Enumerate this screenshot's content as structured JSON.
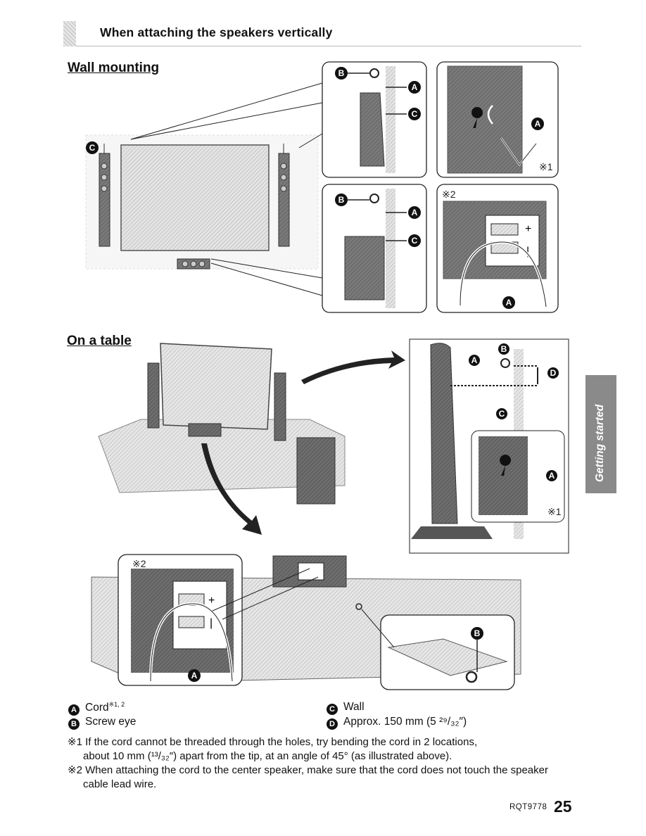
{
  "header": {
    "title": "When attaching the speakers vertically"
  },
  "sections": {
    "wall": "Wall mounting",
    "table": "On a table"
  },
  "labels": {
    "A": "A",
    "B": "B",
    "C": "C",
    "D": "D",
    "note1": "※1",
    "note2": "※2"
  },
  "legend": {
    "a_text": "Cord",
    "a_sup": "※1, 2",
    "b_text": "Screw eye",
    "c_text": "Wall",
    "d_text": "Approx. 150 mm (5 ²⁹/₃₂″)"
  },
  "notes": {
    "n1_line1": "※1 If the cord cannot be threaded through the holes, try bending the cord in 2 locations,",
    "n1_line2": "about 10 mm (¹³/₃₂″) apart from the tip, at an angle of 45° (as illustrated above).",
    "n2_line1": "※2 When attaching the cord to the center speaker, make sure that the cord does not touch the speaker",
    "n2_line2": "cable lead wire."
  },
  "side_tab": "Getting started",
  "footer": {
    "code": "RQT9778",
    "page": "25"
  }
}
